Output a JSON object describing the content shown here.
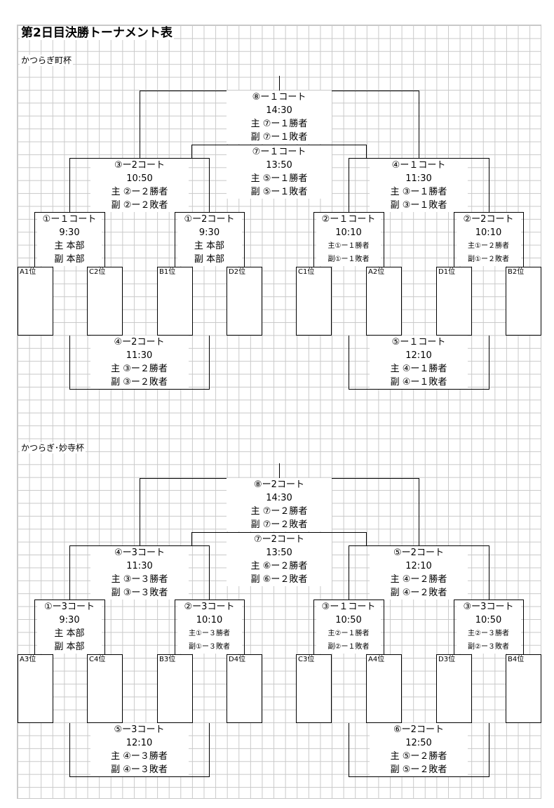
{
  "page": {
    "title": "第2日目決勝トーナメント表"
  },
  "sections": [
    {
      "name": "かつらぎ町杯",
      "final": {
        "court": "⑧ー１コート",
        "time": "14:30",
        "l1": "主 ⑦ー１勝者",
        "l2": "副 ⑦ー１敗者"
      },
      "semi": {
        "court": "⑦ー１コート",
        "time": "13:50",
        "l1": "主 ⑤ー１勝者",
        "l2": "副 ⑤ー１敗者"
      },
      "qleft": {
        "court": "③ー2コート",
        "time": "10:50",
        "l1": "主 ②ー２勝者",
        "l2": "副 ②ー２敗者"
      },
      "qright": {
        "court": "④ー１コート",
        "time": "11:30",
        "l1": "主 ③ー１勝者",
        "l2": "副 ③ー１敗者"
      },
      "first": [
        {
          "court": "①ー１コート",
          "time": "9:30",
          "l1": "主 本部",
          "l2": "副 本部",
          "small": false
        },
        {
          "court": "①ー2コート",
          "time": "9:30",
          "l1": "主 本部",
          "l2": "副 本部",
          "small": false
        },
        {
          "court": "②ー１コート",
          "time": "10:10",
          "l1": "主①ー１勝者",
          "l2": "副①ー１敗者",
          "small": true
        },
        {
          "court": "②ー2コート",
          "time": "10:10",
          "l1": "主①ー２勝者",
          "l2": "副①ー２敗者",
          "small": true
        }
      ],
      "seeds": [
        "A1位",
        "C2位",
        "B1位",
        "D2位",
        "C1位",
        "A2位",
        "D1位",
        "B2位"
      ],
      "lower": [
        {
          "court": "④ー2コート",
          "time": "11:30",
          "l1": "主 ③ー２勝者",
          "l2": "副 ③ー２敗者"
        },
        {
          "court": "⑤ー１コート",
          "time": "12:10",
          "l1": "主 ④ー１勝者",
          "l2": "副 ④ー１敗者"
        }
      ]
    },
    {
      "name": "かつらぎ･妙寺杯",
      "final": {
        "court": "⑧ー2コート",
        "time": "14:30",
        "l1": "主 ⑦ー２勝者",
        "l2": "副 ⑦ー２敗者"
      },
      "semi": {
        "court": "⑦ー2コート",
        "time": "13:50",
        "l1": "主 ⑥ー２勝者",
        "l2": "副 ⑥ー２敗者"
      },
      "qleft": {
        "court": "④ー3コート",
        "time": "11:30",
        "l1": "主 ③ー３勝者",
        "l2": "副 ③ー３敗者"
      },
      "qright": {
        "court": "⑤ー2コート",
        "time": "12:10",
        "l1": "主 ④ー２勝者",
        "l2": "副 ④ー２敗者"
      },
      "first": [
        {
          "court": "①ー3コート",
          "time": "9:30",
          "l1": "主 本部",
          "l2": "副 本部",
          "small": false
        },
        {
          "court": "②ー3コート",
          "time": "10:10",
          "l1": "主①ー３勝者",
          "l2": "副①ー３敗者",
          "small": true
        },
        {
          "court": "③ー１コート",
          "time": "10:50",
          "l1": "主②ー１勝者",
          "l2": "副②ー１敗者",
          "small": true
        },
        {
          "court": "③ー3コート",
          "time": "10:50",
          "l1": "主②ー３勝者",
          "l2": "副②ー３敗者",
          "small": true
        }
      ],
      "seeds": [
        "A3位",
        "C4位",
        "B3位",
        "D4位",
        "C3位",
        "A4位",
        "D3位",
        "B4位"
      ],
      "lower": [
        {
          "court": "⑤ー3コート",
          "time": "12:10",
          "l1": "主 ④ー３勝者",
          "l2": "副 ④ー３敗者"
        },
        {
          "court": "⑥ー2コート",
          "time": "12:50",
          "l1": "主 ⑤ー２勝者",
          "l2": "副 ⑤ー２敗者"
        }
      ]
    }
  ]
}
